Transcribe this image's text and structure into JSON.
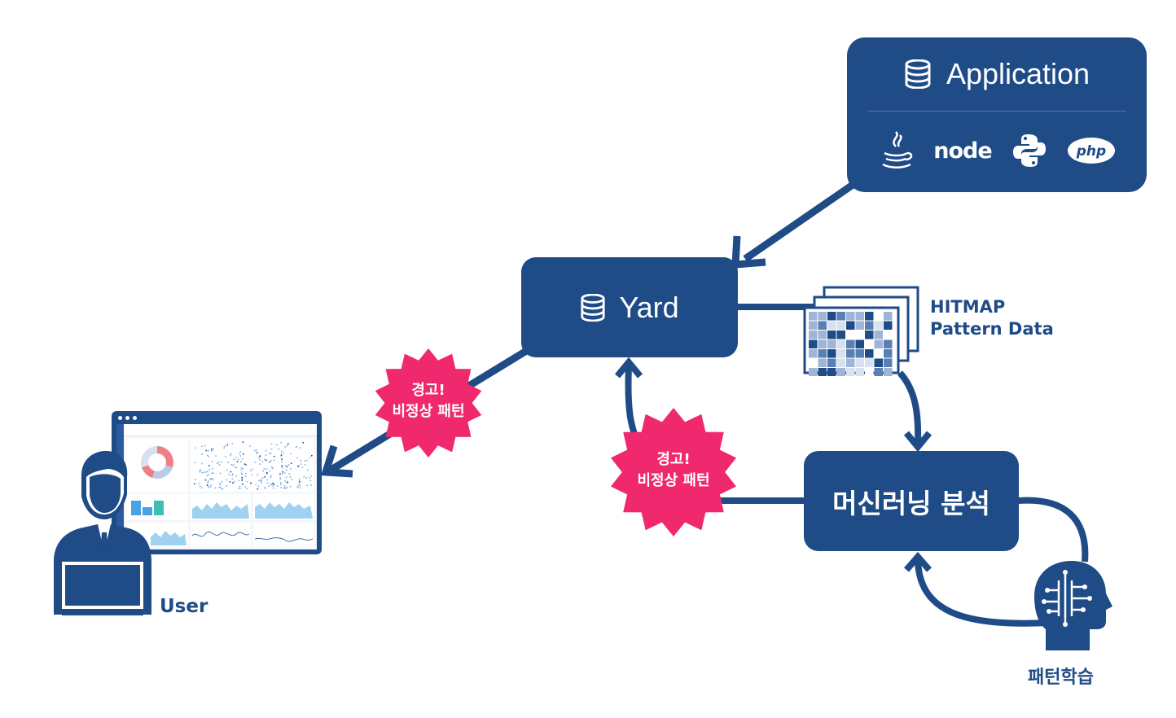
{
  "application": {
    "title": "Application",
    "icons": [
      "java-icon",
      "node-icon",
      "python-icon",
      "php-icon"
    ],
    "node_text": "node",
    "php_text": "php"
  },
  "yard": {
    "title": "Yard"
  },
  "ml": {
    "title": "머신러닝 분석"
  },
  "hitmap": {
    "line1": "HITMAP",
    "line2": "Pattern Data"
  },
  "alert_left": {
    "line1": "경고!",
    "line2": "비정상 패턴"
  },
  "alert_center": {
    "line1": "경고!",
    "line2": "비정상 패턴"
  },
  "user": {
    "label": "User"
  },
  "learning": {
    "label": "패턴학습"
  },
  "colors": {
    "primary": "#1f4b87",
    "alert": "#f0296f",
    "white": "#ffffff"
  }
}
